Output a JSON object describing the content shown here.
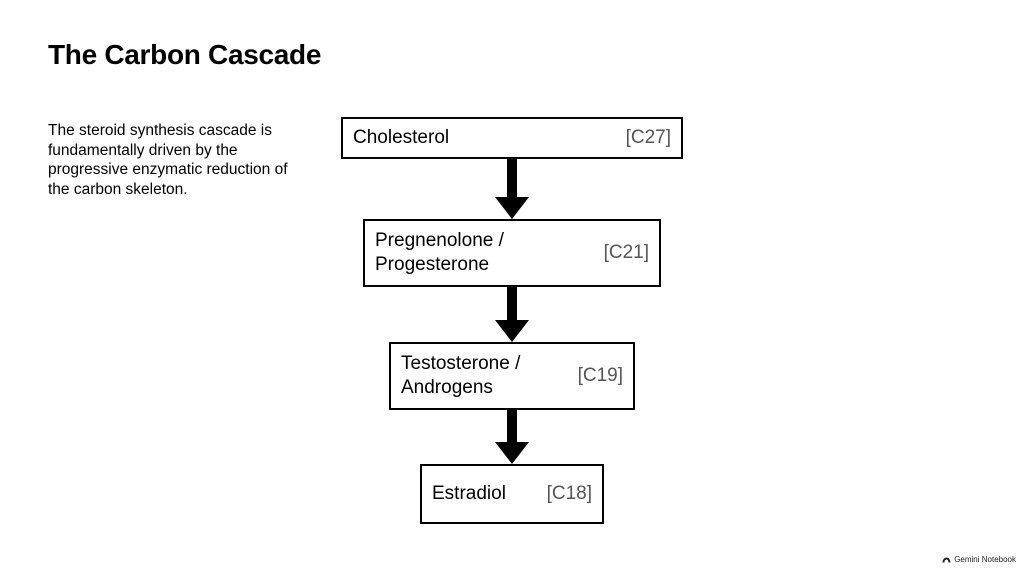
{
  "slide": {
    "title": "The Carbon Cascade",
    "intro": "The steroid synthesis cascade is fundamentally driven by the progressive enzymatic reduction of the carbon skeleton."
  },
  "cascade": [
    {
      "name": "Cholesterol",
      "carbon": "[C27]"
    },
    {
      "name": "Pregnenolone /\nProgesterone",
      "carbon": "[C21]"
    },
    {
      "name": "Testosterone /\nAndrogens",
      "carbon": "[C19]"
    },
    {
      "name": "Estradiol",
      "carbon": "[C18]"
    }
  ],
  "footer": {
    "brand": "Gemini Notebook",
    "icon": "notebook-logo-icon"
  }
}
